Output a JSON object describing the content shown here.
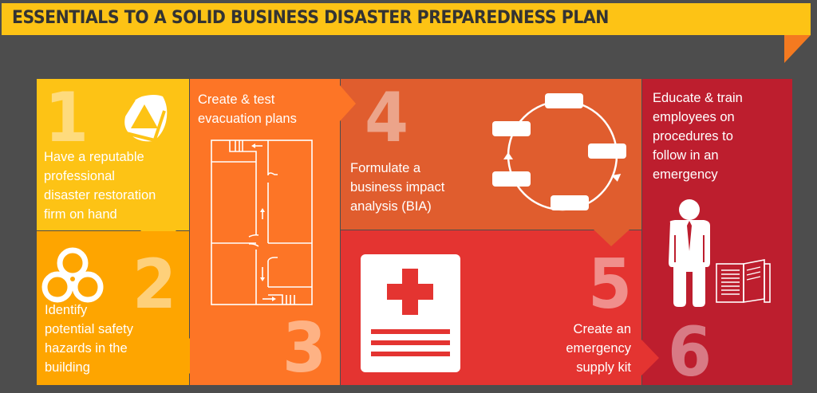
{
  "title": "ESSENTIALS TO A SOLID BUSINESS DISASTER PREPAREDNESS PLAN",
  "colors": {
    "background": "#4d4d4d",
    "banner": "#fdc315",
    "fold": "#f47a20",
    "step1": "#fdc315",
    "step2": "#fea500",
    "step3": "#fd7526",
    "step4": "#e05d2e",
    "step5": "#e43431",
    "step6": "#bd1e2e"
  },
  "steps": [
    {
      "number": "1",
      "text": "Have a reputable professional disaster restoration firm on hand",
      "lines": [
        "Have a reputable",
        "professional",
        "disaster restoration",
        "firm on hand"
      ],
      "icon": "restoration-logo-icon"
    },
    {
      "number": "2",
      "text": "Identify potential safety hazards in the building",
      "lines": [
        "Identify",
        "potential safety",
        "hazards in the",
        "building"
      ],
      "icon": "biohazard-icon"
    },
    {
      "number": "3",
      "text": "Create & test evacuation plans",
      "lines": [
        "Create & test",
        "evacuation plans"
      ],
      "icon": "floor-plan-icon"
    },
    {
      "number": "4",
      "text": "Formulate a business impact analysis (BIA)",
      "lines": [
        "Formulate a",
        "business impact",
        "analysis (BIA)"
      ],
      "icon": "cycle-diagram-icon"
    },
    {
      "number": "5",
      "text": "Create an emergency supply kit",
      "lines": [
        "Create an",
        "emergency",
        "supply kit"
      ],
      "icon": "first-aid-document-icon"
    },
    {
      "number": "6",
      "text": "Educate & train employees on procedures to follow in an emergency",
      "lines": [
        "Educate & train",
        "employees on",
        "procedures to",
        "follow in an",
        "emergency"
      ],
      "icon": "employee-manual-icon"
    }
  ]
}
